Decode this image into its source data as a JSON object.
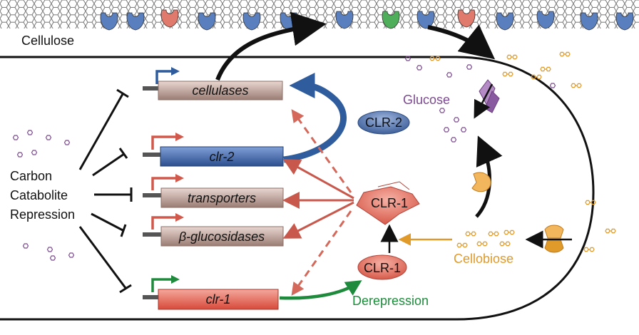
{
  "labels": {
    "cellulose": "Cellulose",
    "glucose": "Glucose",
    "cellobiose": "Cellobiose",
    "derepression": "Derepression",
    "ccr_line1": "Carbon",
    "ccr_line2": "Catabolite",
    "ccr_line3": "Repression"
  },
  "genes": {
    "cellulases": "cellulases",
    "clr2": "clr-2",
    "transporters": "transporters",
    "bglucosidases": "β-glucosidases",
    "clr1": "clr-1"
  },
  "proteins": {
    "clr2": "CLR-2",
    "clr1_active": "CLR-1",
    "clr1_inactive": "CLR-1"
  },
  "colors": {
    "blue": "#2f5c9c",
    "red": "#d1584a",
    "green": "#1e8a3c",
    "orange": "#e09a2a",
    "purple": "#7b4a8e",
    "brown_gene": "#c9a89f",
    "black": "#111111"
  }
}
